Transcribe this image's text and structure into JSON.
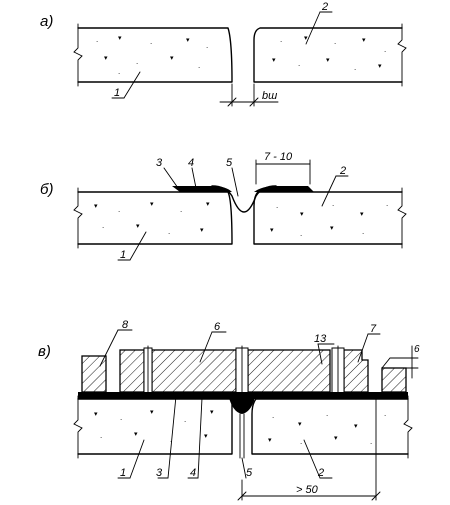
{
  "panel_a": {
    "label": "а)",
    "callout_1": "1",
    "callout_2": "2",
    "gap_label": "bш"
  },
  "panel_b": {
    "label": "б)",
    "callout_1": "1",
    "callout_2": "2",
    "callout_3": "3",
    "callout_4": "4",
    "callout_5": "5",
    "overlap_dim": "7 - 10"
  },
  "panel_c": {
    "label": "в)",
    "callout_1": "1",
    "callout_2": "2",
    "callout_3": "3",
    "callout_4": "4",
    "callout_5": "5",
    "callout_6": "6",
    "callout_7": "7",
    "callout_8": "8",
    "callout_13": "13",
    "thickness_dim": "6",
    "distance_dim": "> 50"
  }
}
